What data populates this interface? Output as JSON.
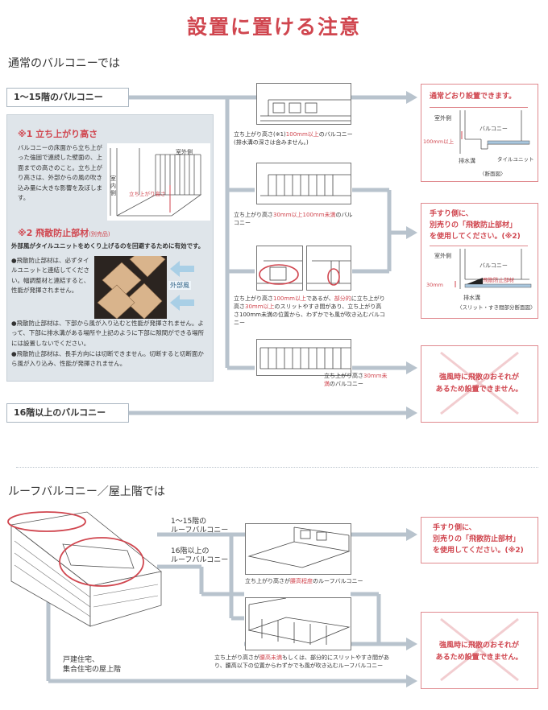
{
  "page_title": "設置に置ける注意",
  "section1": {
    "heading": "通常のバルコニーでは",
    "floor_a": "1〜15階のバルコニー",
    "floor_b": "16階以上のバルコニー",
    "note1": {
      "title": "※1 立ち上がり高さ",
      "text": "バルコニーの床面から立ち上がった強固で連続した壁面の、上面までの高さのこと。立ち上がり高さは、外部からの風の吹き込み量に大きな影響を及ぼします。",
      "img_outside": "室外側",
      "img_inside": "室内側",
      "img_height": "立ち上がり高さ"
    },
    "note2": {
      "title": "※2 飛散防止部材",
      "title_sub": "(別売品)",
      "lead": "外部風がタイルユニットをめくり上げるのを回避するために有効です。",
      "wind_label": "外部風",
      "bullets": [
        "飛散防止部材は、必ずタイルユニットと連結してください。幅調整材と連結すると、性能が発揮されません。",
        "飛散防止部材は、下部から風が入り込むと性能が発揮されません。よって、下部に排水溝がある場所や上記のように下部に隙間ができる場所には設置しないでください。",
        "飛散防止部材は、長手方向には切断できません。切断すると切断面から風が入り込み、性能が発揮されません。"
      ]
    },
    "cases": [
      {
        "caption_pre": "立ち上がり高さ(※1)",
        "caption_red": "100mm以上",
        "caption_post": "のバルコニー",
        "caption_line2": "(排水溝の深さは含みません。)"
      },
      {
        "caption_pre": "立ち上がり高さ",
        "caption_red": "30mm以上100mm未満",
        "caption_post": "のバルコニー",
        "caption_line2": ""
      },
      {
        "caption_pre": "立ち上がり高さ",
        "caption_red": "100mm以上",
        "caption_mid": "であるが、",
        "caption_red2": "部分的",
        "caption_post": "に立ち上がり高さ",
        "caption_red3": "30mm以上",
        "caption_tail": "のスリットやすき間があり、立ち上がり高さ100mm未満の位置から、わずかでも風が吹き込むバルコニー",
        "caption_line2": ""
      },
      {
        "caption_pre": "立ち上がり高さ",
        "caption_red": "30mm未満",
        "caption_post": "のバルコニー",
        "caption_line2": ""
      }
    ],
    "results": [
      {
        "title": "通常どおり設置できます。",
        "outside": "室外側",
        "balcony": "バルコニー",
        "dim": "100mm以上",
        "drain": "排水溝",
        "tile": "タイルユニット",
        "caption": "〈断面図〉"
      },
      {
        "title_lines": [
          "手すり側に、",
          "別売りの「飛散防止部材」",
          "を使用してください。(※2)"
        ],
        "outside": "室外側",
        "balcony": "バルコニー",
        "dim": "30mm",
        "part": "飛散防止部材",
        "drain": "排水溝",
        "caption": "〈スリット・すき間部分断面図〉"
      },
      {
        "title_lines": [
          "強風時に飛散のおそれが",
          "あるため設置できません。"
        ]
      }
    ]
  },
  "section2": {
    "heading": "ルーフバルコニー／屋上階では",
    "label_a": [
      "1〜15階の",
      "ルーフバルコニー"
    ],
    "label_b": [
      "16階以上の",
      "ルーフバルコニー"
    ],
    "label_c": [
      "戸建住宅、",
      "集合住宅の屋上階"
    ],
    "case_a_caption_pre": "立ち上がり高さが",
    "case_a_caption_red": "腰高程度",
    "case_a_caption_post": "のルーフバルコニー",
    "case_b_caption_pre": "立ち上がり高さが",
    "case_b_caption_red": "腰高未満",
    "case_b_caption_post": "もしくは、部分的にスリットやすき間があり、腰高以下の位置からわずかでも風が吹き込むルーフバルコニー",
    "result_a": [
      "手すり側に、",
      "別売りの「飛散防止部材」",
      "を使用してください。(※2)"
    ],
    "result_b": [
      "強風時に飛散のおそれが",
      "あるため設置できません。"
    ]
  },
  "colors": {
    "accent": "#d0464f",
    "arrow": "#b8c3cd",
    "panel": "#dfe5ea"
  }
}
